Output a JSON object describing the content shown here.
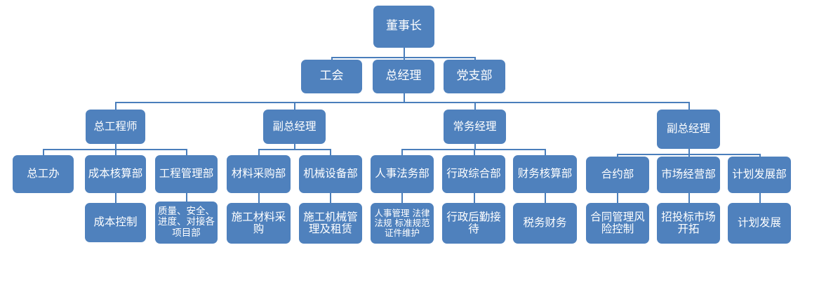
{
  "meta": {
    "title": "公司组织架构图",
    "type": "org-chart",
    "accent_color": "#4f81bd",
    "line_color": "#4a7ebb",
    "text_color": "#ffffff",
    "background": "#ffffff"
  },
  "nodes": {
    "chairman": "董事长",
    "union": "工会",
    "general_manager": "总经理",
    "party_branch": "党支部",
    "chief_engineer": "总工程师",
    "deputy_gm_left": "副总经理",
    "executive_manager": "常务经理",
    "deputy_gm_right": "副总经理",
    "chief_engineer_office": "总工办",
    "cost_accounting_dept": "成本核算部",
    "engineering_mgmt_dept": "工程管理部",
    "material_purchase_dept": "材料采购部",
    "machinery_equipment_dept": "机械设备部",
    "hr_legal_dept": "人事法务部",
    "admin_general_dept": "行政综合部",
    "finance_accounting_dept": "财务核算部",
    "contract_dept": "合约部",
    "market_operation_dept": "市场经营部",
    "plan_development_dept": "计划发展部",
    "cost_control": "成本控制",
    "quality_safety": "质量、安全、进度、对接各项目部",
    "construction_material_purchase": "施工材料采购",
    "construction_machinery": "施工机械管理及租赁",
    "hr_management": "人事管理 法律法规 标准规范证件维护",
    "admin_logistics": "行政后勤接待",
    "tax_finance": "税务财务",
    "contract_mgmt_risk": "合同管理风险控制",
    "bidding_market": "招投标市场开拓",
    "plan_development": "计划发展"
  }
}
